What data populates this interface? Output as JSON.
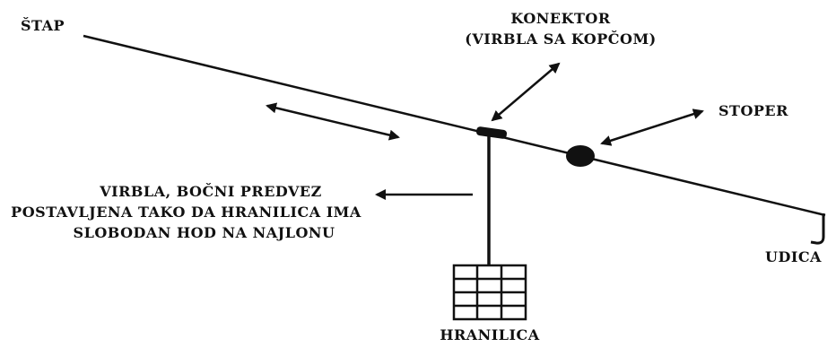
{
  "labels": {
    "stap": "ŠTAP",
    "konektor_line1": "KONEKTOR",
    "konektor_line2": "(VIRBLA SA KOPČOM)",
    "stoper": "STOPER",
    "virbla_line1": "VIRBLA, BOČNI PREDVEZ",
    "virbla_line2": "POSTAVLJENA TAKO DA HRANILICA IMA",
    "virbla_line3": "SLOBODAN HOD NA NAJLONU",
    "udica": "UDICA",
    "hranilica": "HRANILICA"
  },
  "colors": {
    "ink": "#111111",
    "background": "#ffffff"
  }
}
